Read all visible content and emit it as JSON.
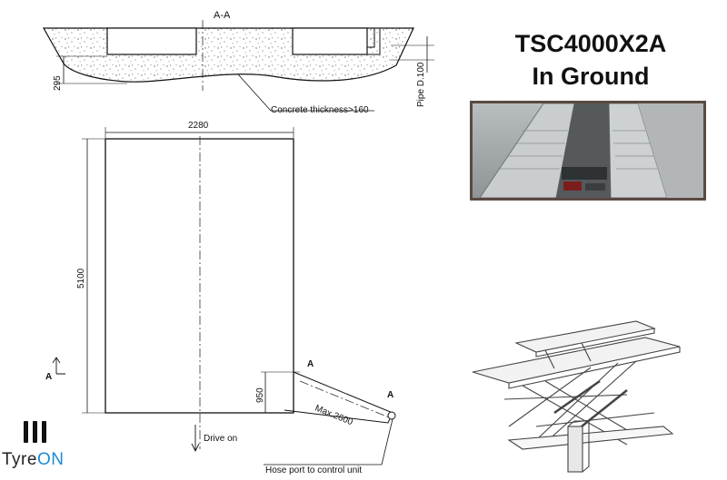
{
  "title": {
    "line1": "TSC4000X2A",
    "line2": "In Ground"
  },
  "section_view": {
    "label": "A-A",
    "depth": "295",
    "pipe": "Pipe D.100",
    "concrete": "Concrete thickness>160"
  },
  "plan_view": {
    "width": "2280",
    "length": "5100",
    "offset": "950",
    "hose_length": "Max.2600",
    "section_mark_a": "A",
    "section_mark_b": "A",
    "section_mark_c": "A",
    "drive_on": "Drive on",
    "hose_port": "Hose port to control unit"
  },
  "brand": {
    "name_part1": "Tyre",
    "name_part2": "ON"
  },
  "colors": {
    "brand_blue": "#1d8bd1",
    "photo_frame": "#5a4a42"
  }
}
